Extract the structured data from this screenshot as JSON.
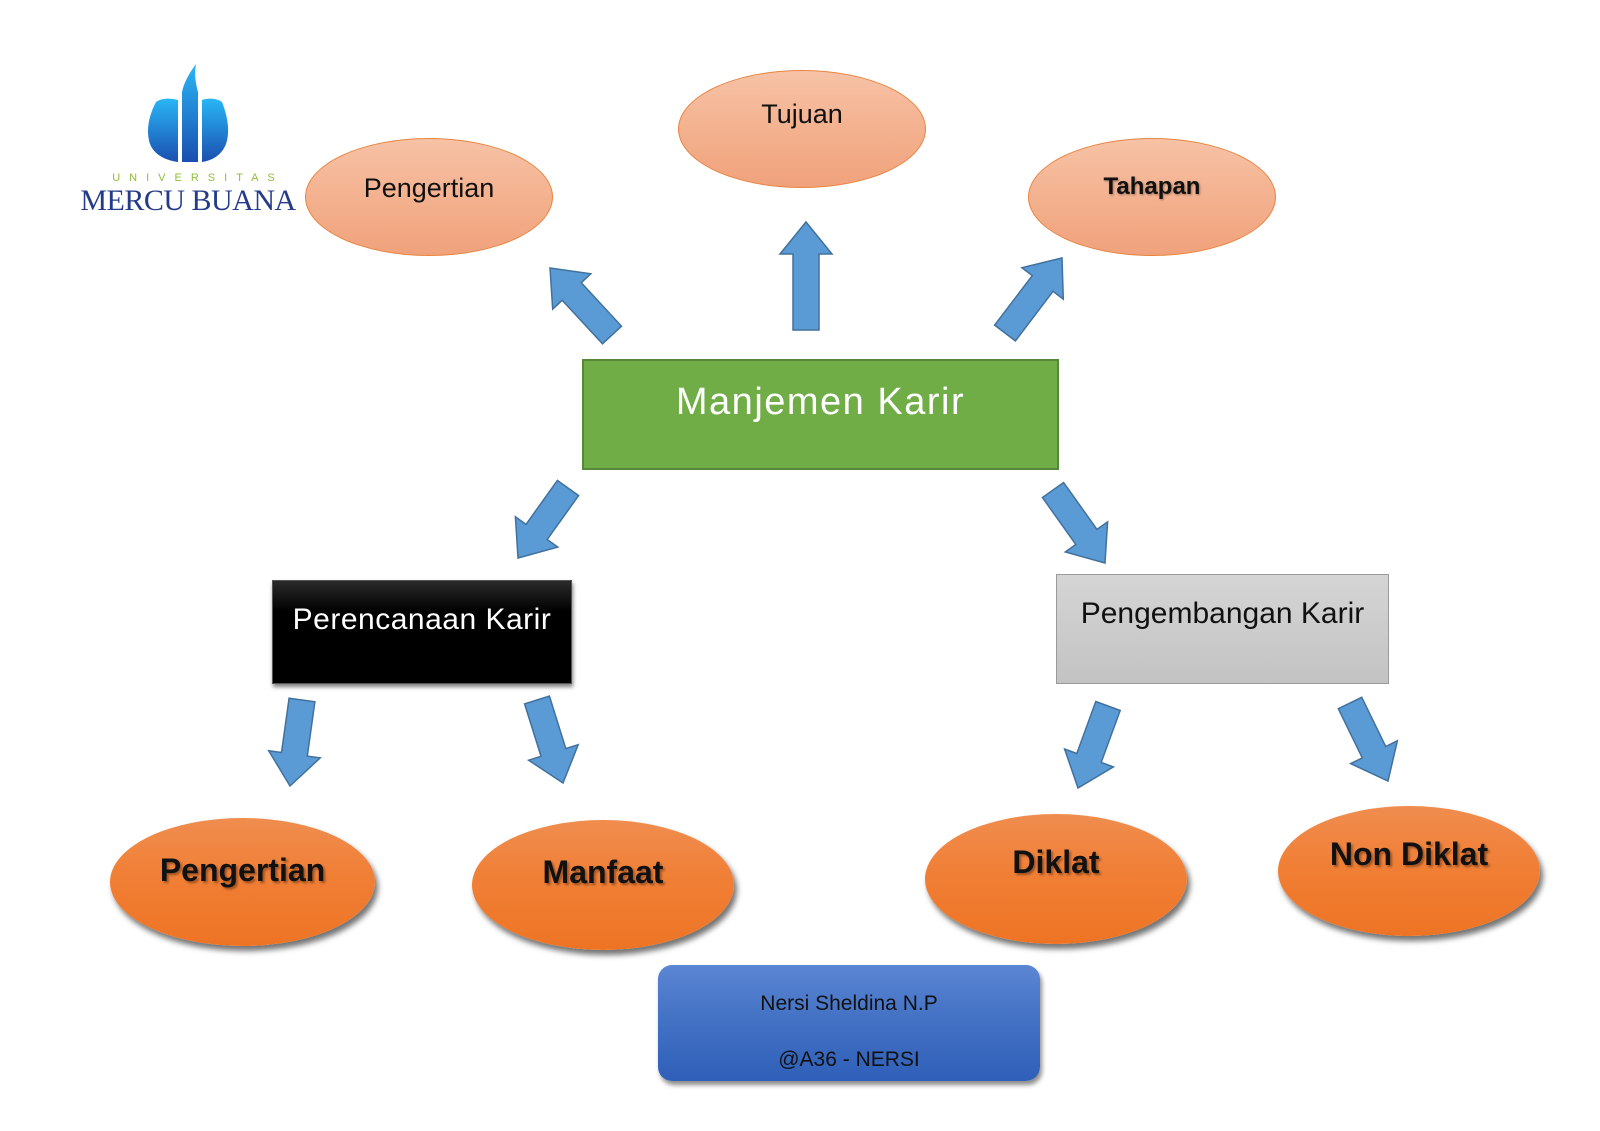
{
  "logo": {
    "icon": "flame-pillars-icon",
    "subtitle": "UNIVERSITAS",
    "name": "MERCU BUANA",
    "colors": {
      "flame": "#1e88d8",
      "subtitle": "#8dbf3a",
      "name": "#243b8a"
    }
  },
  "central": {
    "label": "Manjemen Karir",
    "color": "#70ad47"
  },
  "top_nodes": [
    {
      "label": "Pengertian"
    },
    {
      "label": "Tujuan"
    },
    {
      "label": "Tahapan"
    }
  ],
  "branches": [
    {
      "label": "Perencanaan Karir",
      "color": "#000000",
      "children": [
        {
          "label": "Pengertian"
        },
        {
          "label": "Manfaat"
        }
      ]
    },
    {
      "label": "Pengembangan Karir",
      "color": "#c9c9c9",
      "children": [
        {
          "label": "Diklat"
        },
        {
          "label": "Non Diklat"
        }
      ]
    }
  ],
  "author": {
    "name": "Nersi Sheldina N.P",
    "id": "@A36 - NERSI",
    "color": "#4472c4"
  },
  "colors": {
    "arrow": "#5b9bd5",
    "light_ellipse": "#f4b183",
    "dark_ellipse": "#ed7d31"
  }
}
